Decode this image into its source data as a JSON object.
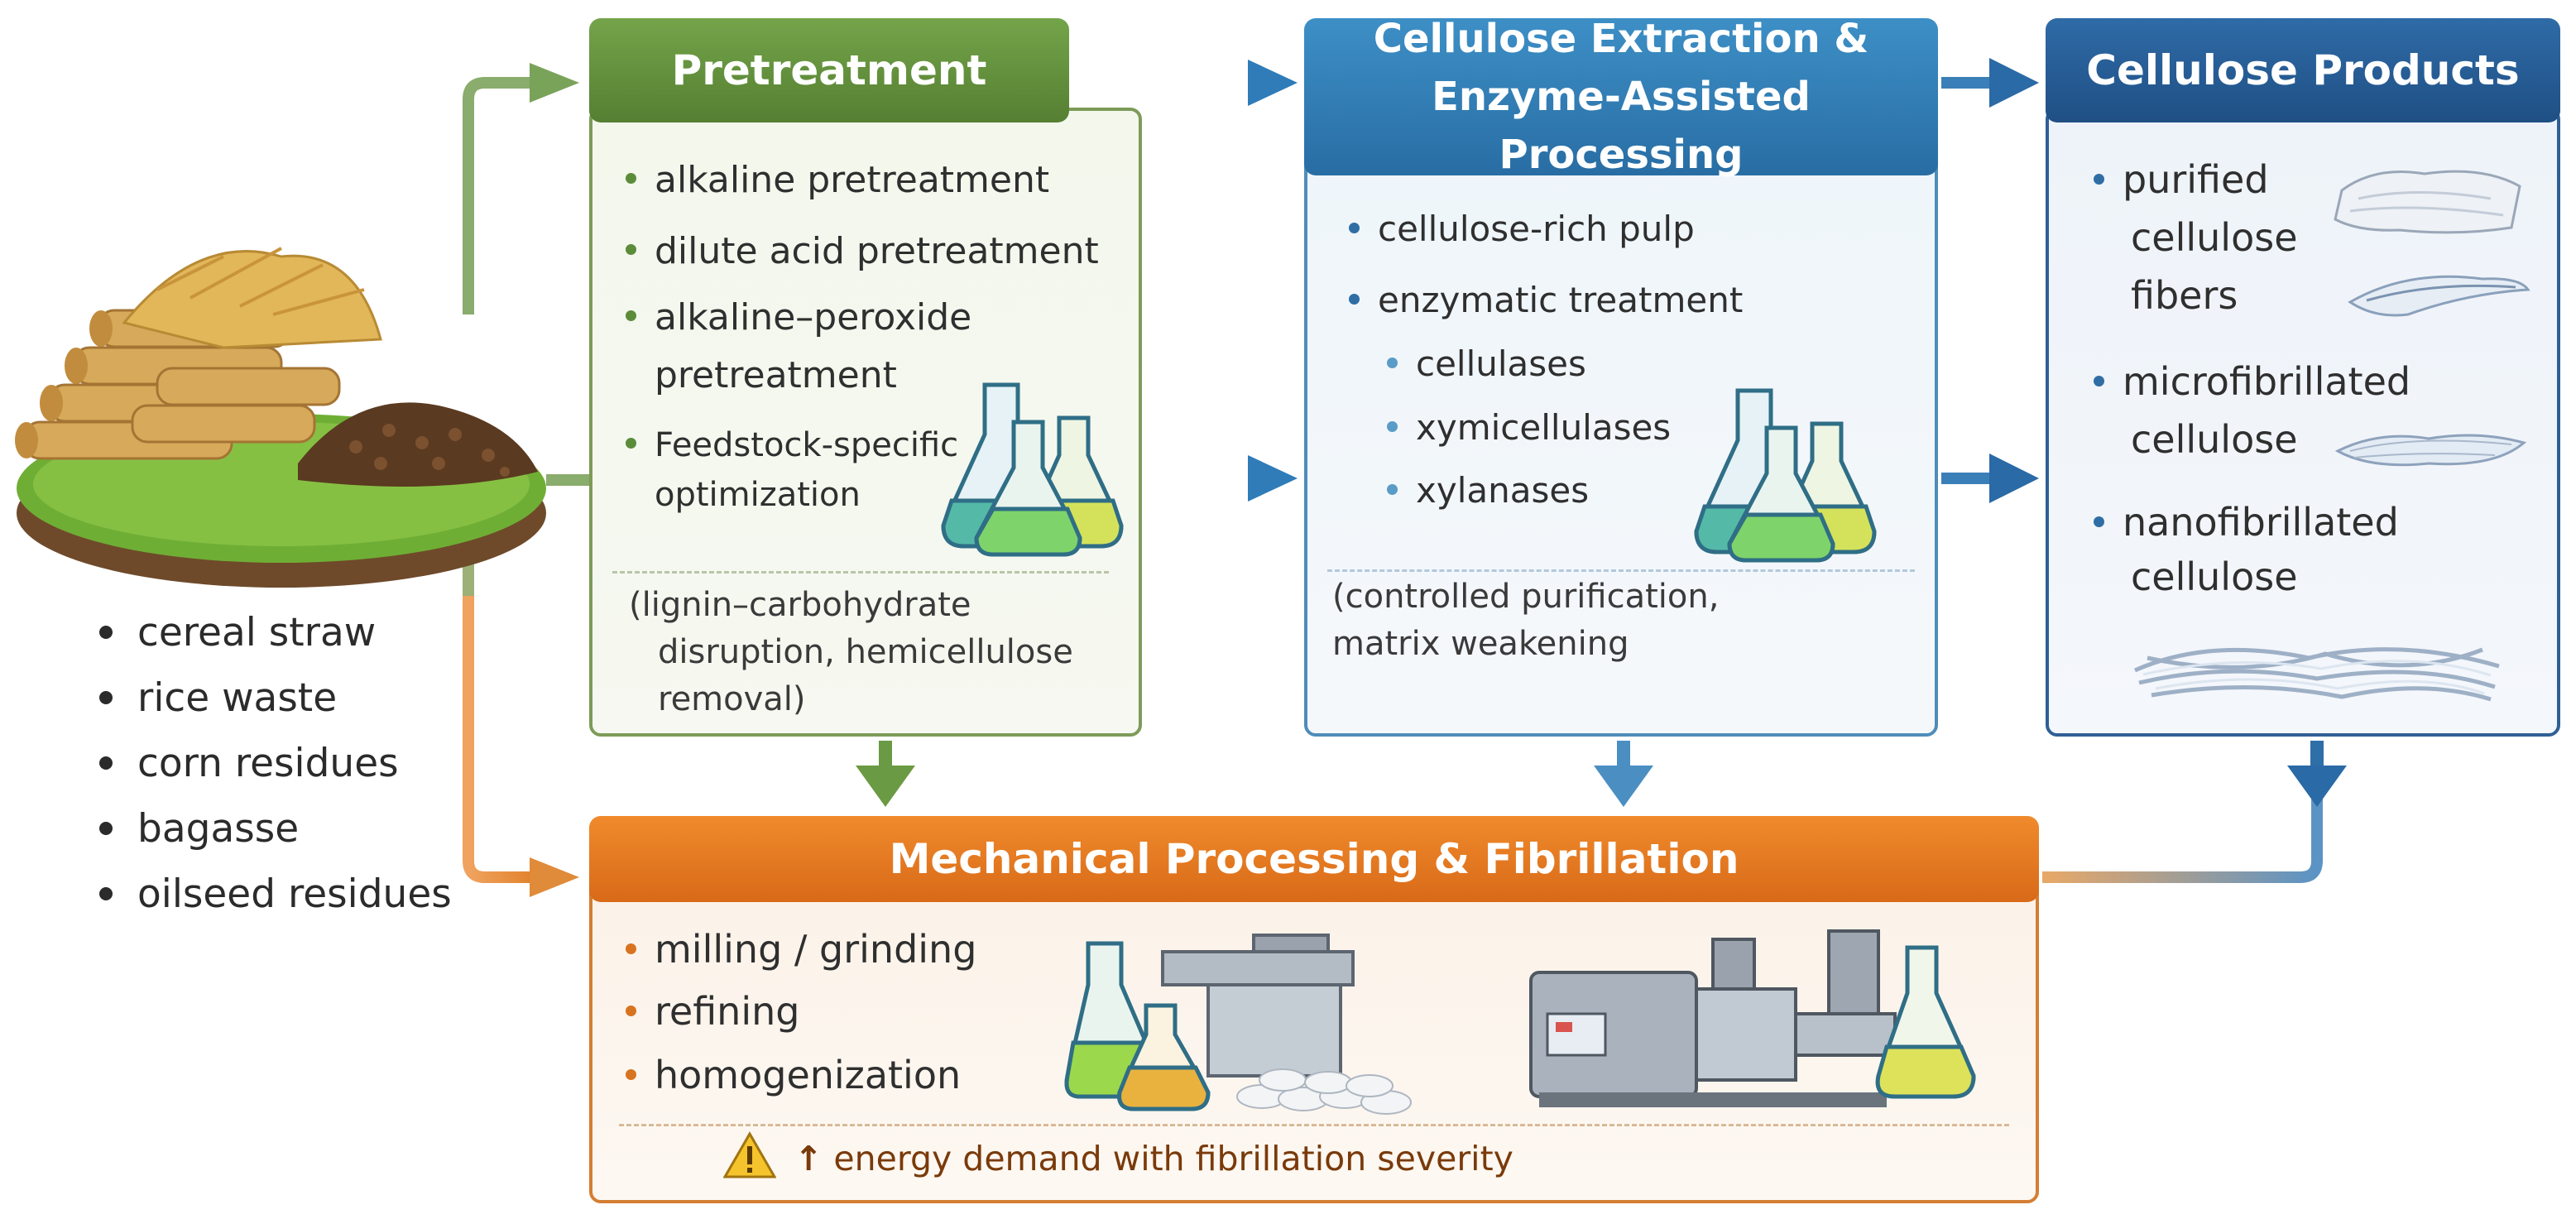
{
  "feedstocks": [
    "cereal straw",
    "rice waste",
    "corn residues",
    "bagasse",
    "oilseed residues"
  ],
  "pretreatment": {
    "title": "Pretreatment",
    "items": [
      "alkaline pretreatment",
      "dilute acid pretreatment",
      "alkaline–peroxide",
      "pretreatment",
      "Feedstock-specific",
      "optimization"
    ],
    "note": [
      "(lignin–carbohydrate",
      "disruption, hemicellulose",
      "removal)"
    ]
  },
  "extraction": {
    "title_line1": "Cellulose Extraction &",
    "title_line2": "Enzyme-Assisted Processing",
    "items": [
      "cellulose-rich pulp",
      "enzymatic treatment"
    ],
    "subitems": [
      "cellulases",
      "xymicellulases",
      "xylanases"
    ],
    "note": [
      "(controlled purification,",
      "matrix weakening"
    ]
  },
  "products": {
    "title": "Cellulose Products",
    "items": [
      "purified",
      "cellulose",
      "fibers",
      "microfibrillated",
      "cellulose",
      "nanofibrillated",
      "cellulose"
    ]
  },
  "mechanical": {
    "title": "Mechanical Processing & Fibrillation",
    "items": [
      "milling / grinding",
      "refining",
      "homogenization"
    ],
    "warning_arrow": "↑",
    "warning": "energy demand with fibrillation severity"
  },
  "colors": {
    "green": "#6a9a43",
    "blue": "#2f7cb8",
    "navy": "#24578f",
    "orange": "#e07a25"
  }
}
